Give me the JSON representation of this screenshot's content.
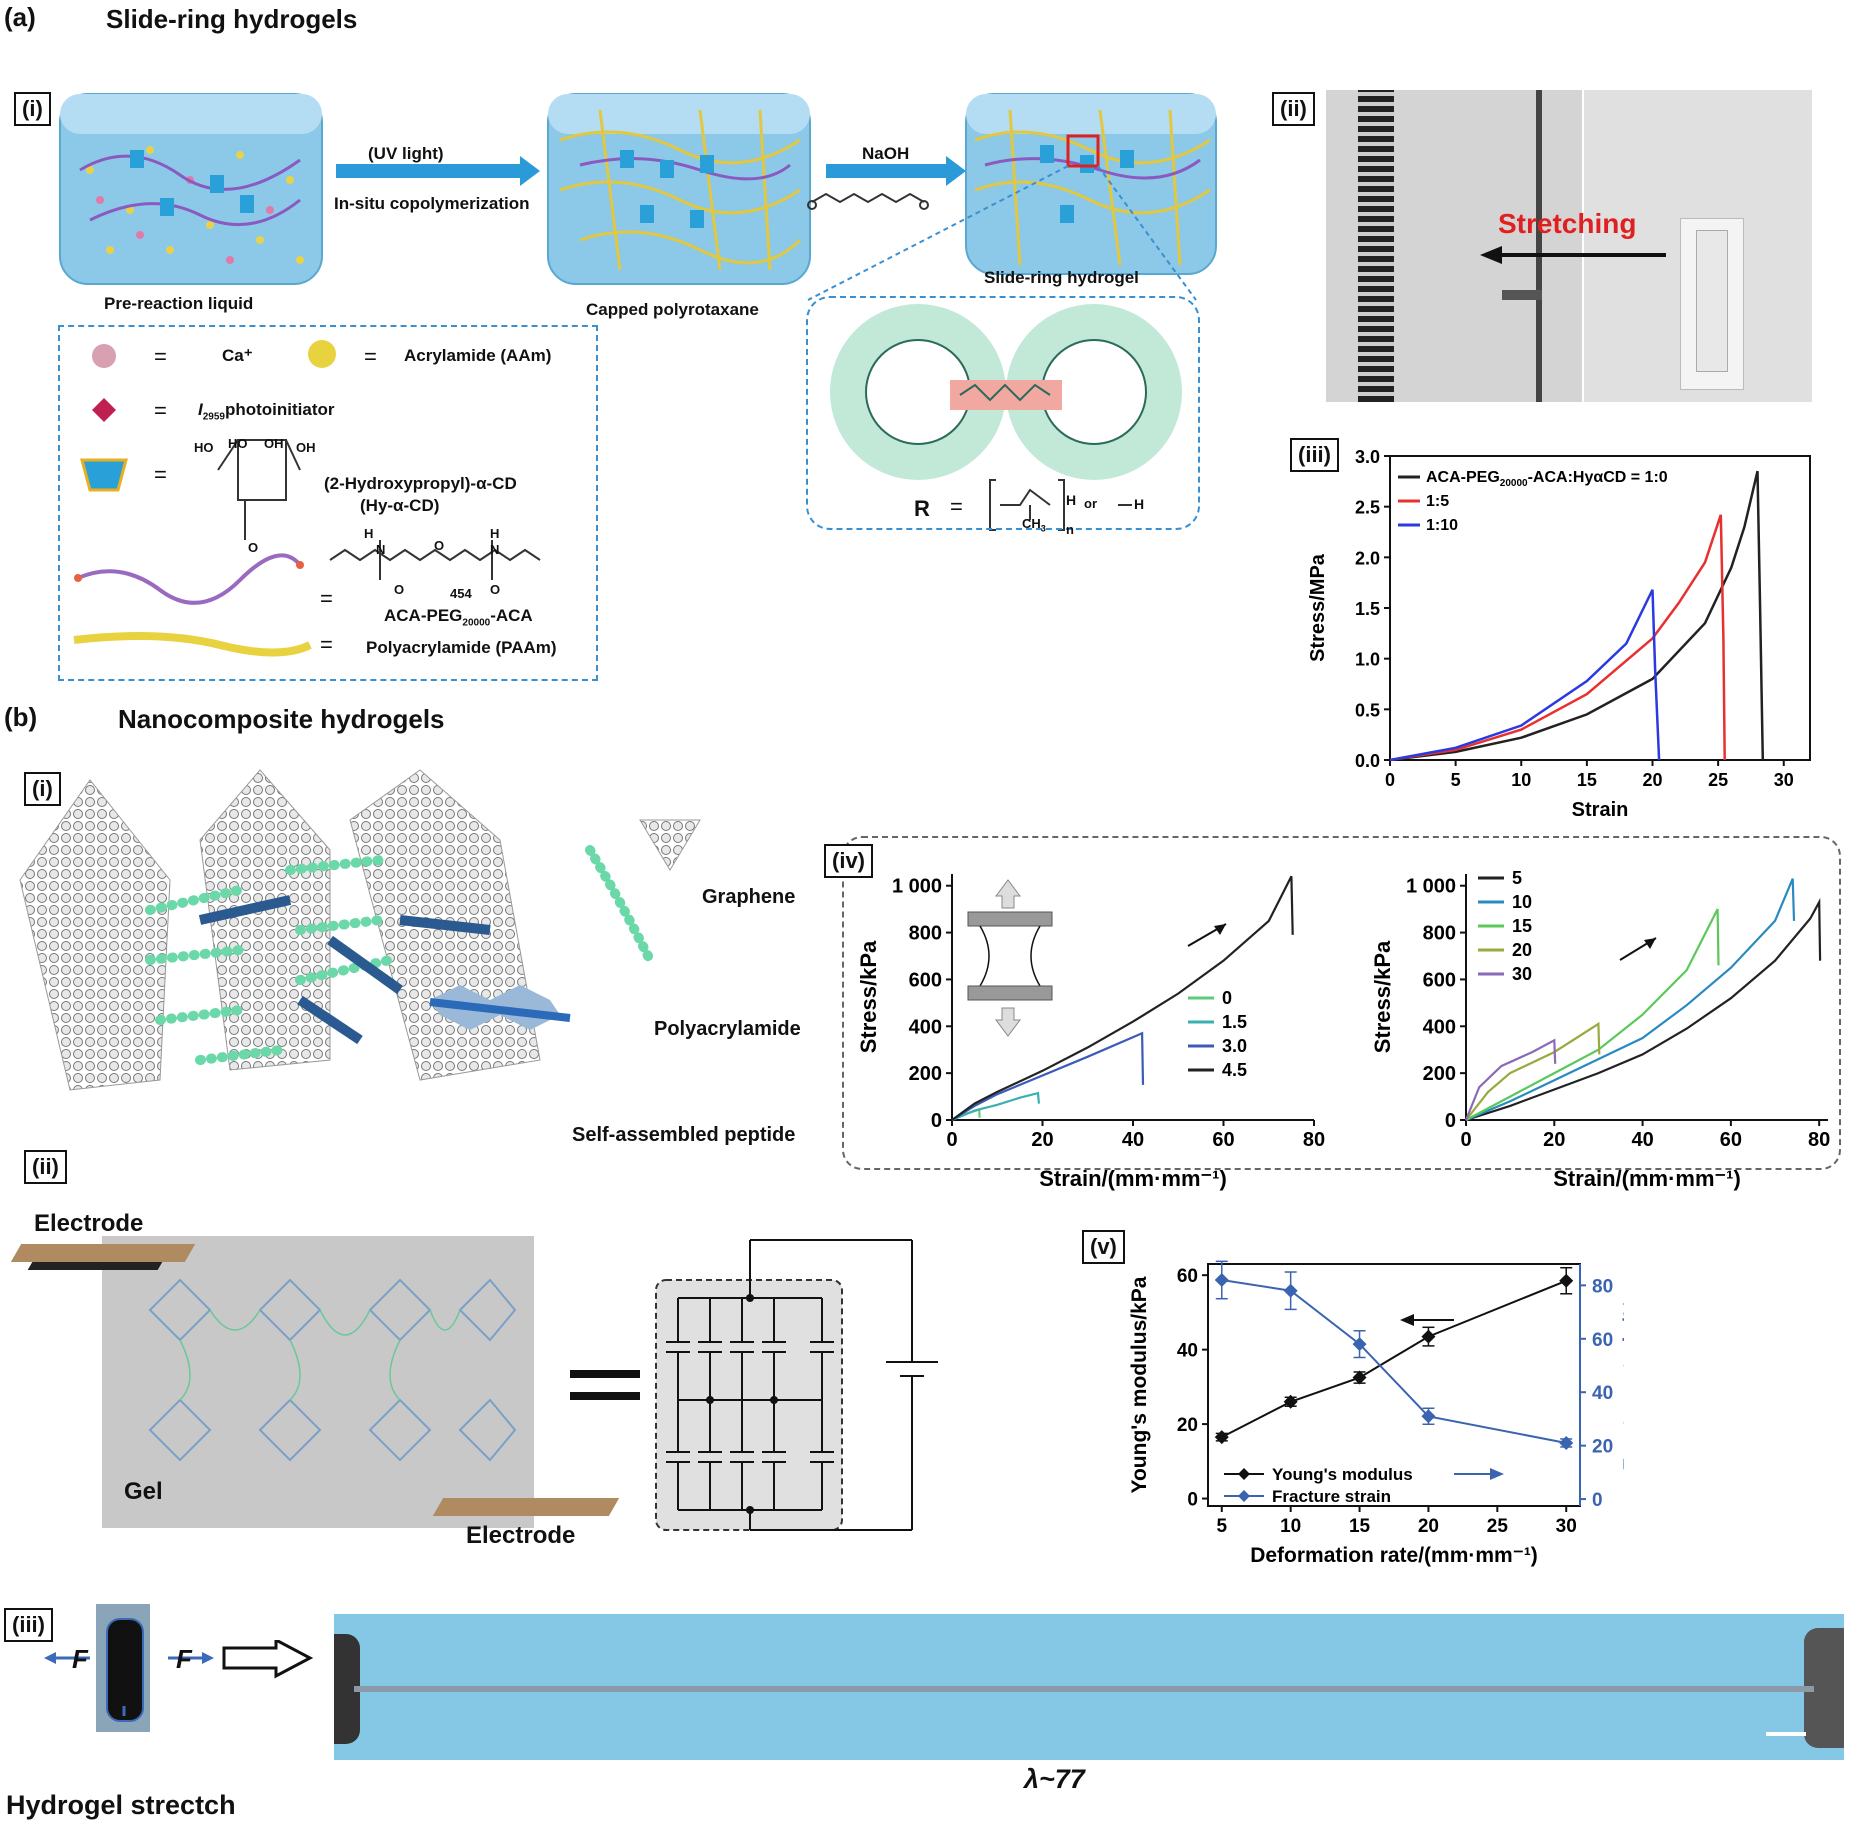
{
  "section_a": {
    "tag": "(a)",
    "title": "Slide-ring hydrogels",
    "panel_i": {
      "tag": "(i)",
      "arrow1_top": "(UV light)",
      "arrow1_bottom": "In-situ copolymerization",
      "arrow2_top": "NaOH",
      "stage1": "Pre-reaction liquid",
      "stage2": "Capped polyrotaxane",
      "stage3": "Slide-ring hydrogel",
      "zoom_r": "R",
      "zoom_eq": "=",
      "zoom_h": "H",
      "zoom_or": "or",
      "zoom_h2": "H",
      "zoom_ch3": "CH",
      "zoom_sub3": "3",
      "zoom_n": "n",
      "legend": {
        "eq": "=",
        "ca": "Ca⁺",
        "aam": "Acrylamide (AAm)",
        "photo_main": "I",
        "photo_sub": "2959",
        "photo_rest": "photoinitiator",
        "cd_line1": "(2-Hydroxypropyl)-α-CD",
        "cd_line2": "(Hy-α-CD)",
        "peg_pre": "ACA-PEG",
        "peg_sub": "20000",
        "peg_post": "-ACA",
        "peg_n": "454",
        "paam": "Polyacrylamide (PAAm)",
        "ho1": "HO",
        "ho2": "HO",
        "oh1": "OH",
        "oh2": "OH",
        "o1": "O",
        "h1": "H",
        "n1": "N",
        "o2": "O",
        "h2": "H",
        "n2": "N",
        "o3": "O",
        "o4": "O"
      }
    },
    "panel_ii": {
      "tag": "(ii)",
      "label": "Stretching",
      "label_color": "#e02020"
    },
    "panel_iii": {
      "tag": "(iii)"
    }
  },
  "section_b": {
    "tag": "(b)",
    "title": "Nanocomposite hydrogels",
    "panel_i": {
      "tag": "(i)",
      "graphene": "Graphene",
      "polyacrylamide": "Polyacrylamide",
      "peptide": "Self-assembled peptide"
    },
    "panel_ii": {
      "tag": "(ii)",
      "electrode_top": "Electrode",
      "electrode_bottom": "Electrode",
      "gel": "Gel"
    },
    "panel_iii": {
      "tag": "(iii)",
      "f_left": "F",
      "f_right": "F",
      "caption_left": "Hydrogel strectch",
      "caption_right": "λ~77"
    },
    "panel_iv": {
      "tag": "(iv)"
    },
    "panel_v": {
      "tag": "(v)"
    }
  },
  "chart_data": [
    {
      "id": "a-iii",
      "type": "line",
      "xlabel": "Strain",
      "ylabel": "Stress/MPa",
      "xlim": [
        0,
        32
      ],
      "ylim": [
        0,
        3.0
      ],
      "xticks": [
        "0",
        "5",
        "10",
        "15",
        "20",
        "25",
        "30"
      ],
      "yticks": [
        "0.0",
        "0.5",
        "1.0",
        "1.5",
        "2.0",
        "2.5",
        "3.0"
      ],
      "legend_prefix": "ACA-PEG",
      "legend_sub": "20000",
      "legend_suffix": "-ACA:HyαCD = 1:0",
      "series": [
        {
          "name": "1:0",
          "color": "#222222",
          "x": [
            0,
            5,
            10,
            15,
            20,
            24,
            26,
            27,
            28,
            28.2,
            28.4
          ],
          "y": [
            0,
            0.08,
            0.22,
            0.45,
            0.8,
            1.35,
            1.9,
            2.3,
            2.85,
            1.5,
            0
          ]
        },
        {
          "name": "1:5",
          "color": "#e83030",
          "x": [
            0,
            5,
            10,
            15,
            20,
            22,
            24,
            25.2,
            25.4,
            25.5
          ],
          "y": [
            0,
            0.1,
            0.3,
            0.65,
            1.2,
            1.55,
            1.95,
            2.42,
            1.2,
            0
          ]
        },
        {
          "name": "1:10",
          "color": "#2a3ae0",
          "x": [
            0,
            5,
            10,
            15,
            18,
            20,
            20.2,
            20.5
          ],
          "y": [
            0,
            0.12,
            0.34,
            0.78,
            1.15,
            1.68,
            0.9,
            0
          ]
        }
      ]
    },
    {
      "id": "b-iv-left",
      "type": "line",
      "xlabel": "Strain/(mm·mm⁻¹)",
      "ylabel": "Stress/kPa",
      "xlim": [
        0,
        80
      ],
      "ylim": [
        0,
        1050
      ],
      "xticks": [
        "0",
        "20",
        "40",
        "60",
        "80"
      ],
      "yticks": [
        "0",
        "200",
        "400",
        "600",
        "800",
        "1 000"
      ],
      "series": [
        {
          "name": "0",
          "color": "#5ccc7a",
          "x": [
            0,
            2,
            5,
            6,
            6.1
          ],
          "y": [
            0,
            20,
            38,
            45,
            10
          ]
        },
        {
          "name": "1.5",
          "color": "#3ab0b0",
          "x": [
            0,
            5,
            10,
            15,
            19,
            19.2
          ],
          "y": [
            0,
            40,
            65,
            95,
            115,
            70
          ]
        },
        {
          "name": "3.0",
          "color": "#3a5bb8",
          "x": [
            0,
            5,
            10,
            20,
            30,
            42,
            42.2
          ],
          "y": [
            0,
            60,
            110,
            190,
            270,
            370,
            150
          ]
        },
        {
          "name": "4.5",
          "color": "#222222",
          "x": [
            0,
            5,
            10,
            20,
            30,
            40,
            50,
            60,
            70,
            75,
            75.3
          ],
          "y": [
            0,
            70,
            120,
            210,
            310,
            420,
            540,
            680,
            850,
            1040,
            790
          ]
        }
      ]
    },
    {
      "id": "b-iv-right",
      "type": "line",
      "xlabel": "Strain/(mm·mm⁻¹)",
      "ylabel": "Stress/kPa",
      "xlim": [
        0,
        82
      ],
      "ylim": [
        0,
        1050
      ],
      "xticks": [
        "0",
        "20",
        "40",
        "60",
        "80"
      ],
      "yticks": [
        "0",
        "200",
        "400",
        "600",
        "800",
        "1 000"
      ],
      "series": [
        {
          "name": "5",
          "color": "#222222",
          "x": [
            0,
            10,
            20,
            30,
            40,
            50,
            60,
            70,
            78,
            80,
            80.2
          ],
          "y": [
            0,
            60,
            130,
            200,
            280,
            390,
            520,
            680,
            860,
            930,
            680
          ]
        },
        {
          "name": "10",
          "color": "#2a8ac0",
          "x": [
            0,
            10,
            20,
            30,
            40,
            50,
            60,
            70,
            74,
            74.3
          ],
          "y": [
            0,
            80,
            170,
            260,
            350,
            490,
            650,
            850,
            1030,
            850
          ]
        },
        {
          "name": "15",
          "color": "#5ac85a",
          "x": [
            0,
            10,
            20,
            30,
            40,
            50,
            57,
            57.2
          ],
          "y": [
            0,
            100,
            200,
            300,
            450,
            640,
            900,
            660
          ]
        },
        {
          "name": "20",
          "color": "#9aaa40",
          "x": [
            0,
            5,
            10,
            20,
            30,
            30.2
          ],
          "y": [
            0,
            120,
            200,
            290,
            410,
            280
          ]
        },
        {
          "name": "30",
          "color": "#8a6ab8",
          "x": [
            0,
            3,
            8,
            15,
            20,
            20.2
          ],
          "y": [
            0,
            140,
            230,
            290,
            340,
            240
          ]
        }
      ]
    },
    {
      "id": "b-v",
      "type": "line",
      "xlabel": "Deformation rate/(mm·mm⁻¹)",
      "ylabel": "Young's modulus/kPa",
      "y2label": "Fracture strain/%",
      "xlim": [
        4,
        31
      ],
      "ylim": [
        -2,
        63
      ],
      "y2lim": [
        -2.6,
        88
      ],
      "xticks": [
        "5",
        "10",
        "15",
        "20",
        "25",
        "30"
      ],
      "yticks": [
        "0",
        "20",
        "40",
        "60"
      ],
      "y2ticks": [
        "0",
        "20",
        "40",
        "60",
        "80"
      ],
      "series": [
        {
          "name": "Young's modulus",
          "color": "#111111",
          "axis": "left",
          "x": [
            5,
            10,
            15,
            20,
            30
          ],
          "y": [
            16.5,
            26,
            32.5,
            43.5,
            58.5
          ],
          "err": [
            1,
            1.2,
            1.5,
            2.5,
            3.5
          ]
        },
        {
          "name": "Fracture strain",
          "color": "#3a64b0",
          "axis": "right",
          "x": [
            5,
            10,
            15,
            20,
            30
          ],
          "y": [
            82,
            78,
            58,
            31,
            21
          ],
          "err": [
            7,
            7,
            5,
            3,
            1.5
          ]
        }
      ]
    }
  ]
}
